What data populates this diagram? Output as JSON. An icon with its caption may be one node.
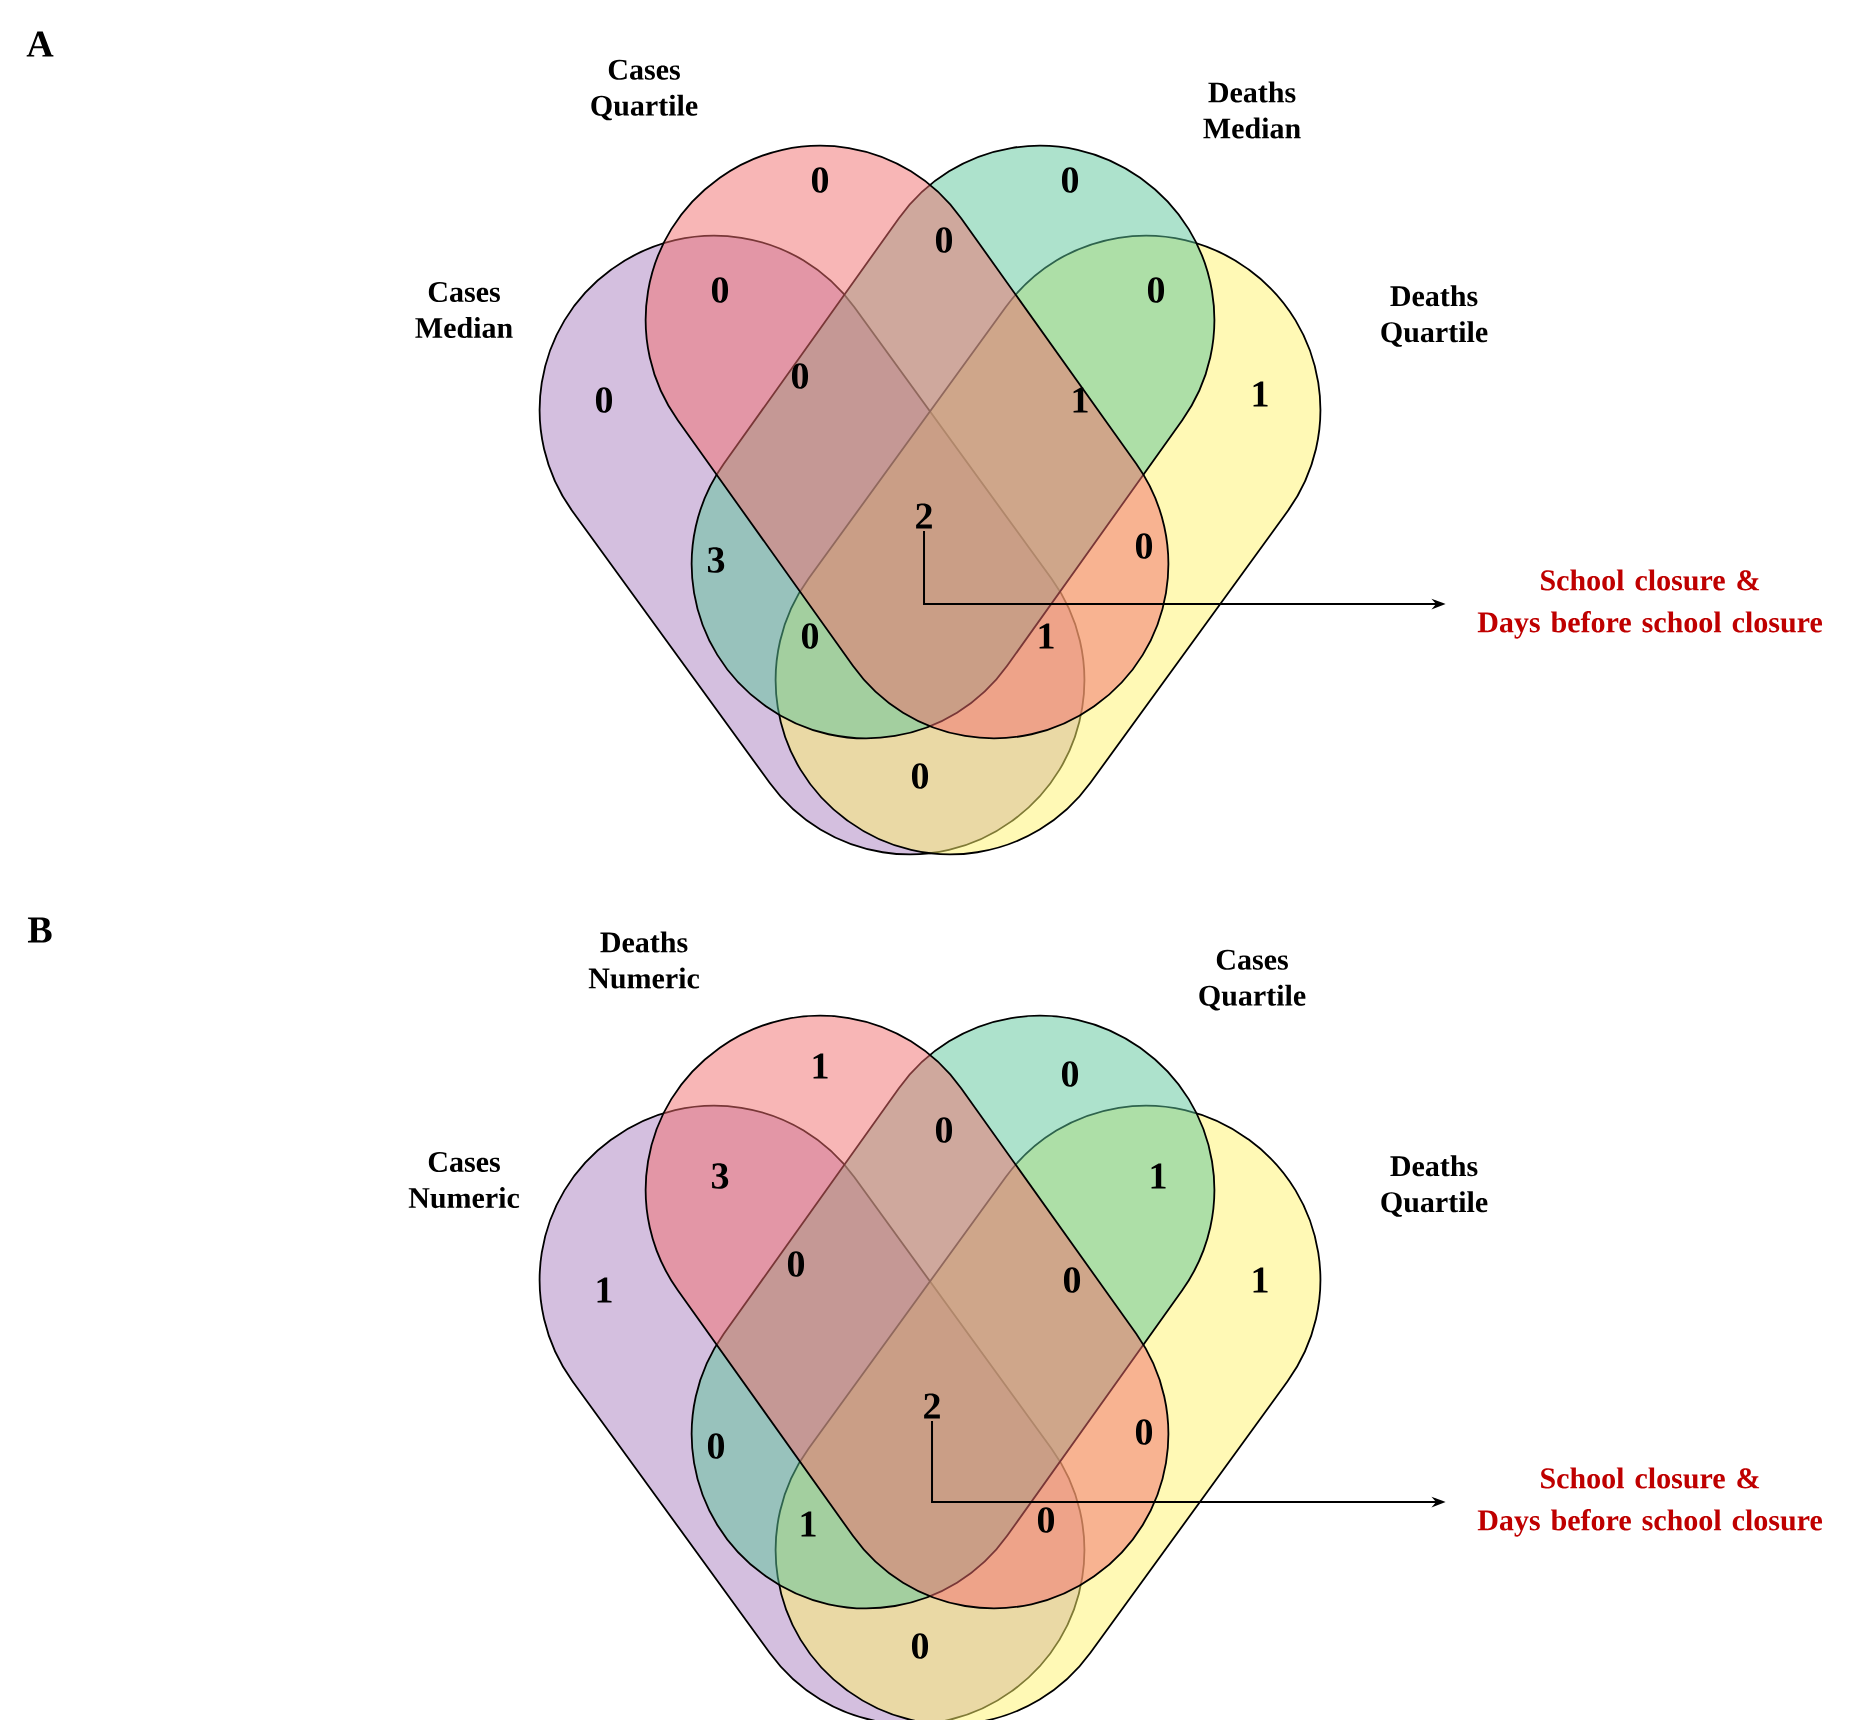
{
  "diagram": {
    "nodes": [
      {
        "text": [
          "Cases Quartile"
        ]
      },
      {
        "text": [
          "Deaths Median"
        ]
      },
      {
        "text": [
          "Cases Median"
        ]
      },
      {
        "text": [
          "Deaths Quartile"
        ]
      },
      {
        "text": [
          "2"
        ]
      },
      {
        "text": [
          "School closure & Days before school closure"
        ]
      },
      {
        "text": [
          "Deaths Numeric"
        ]
      },
      {
        "text": [
          "Cases Quartile"
        ]
      },
      {
        "text": [
          "Cases Numeric"
        ]
      },
      {
        "text": [
          "Deaths Quartile"
        ]
      },
      {
        "text": [
          "2"
        ]
      },
      {
        "text": [
          "School closure & Days before school closure"
        ]
      }
    ],
    "edges": [
      {
        "from": 4,
        "to": 5,
        "arrow": "to"
      },
      {
        "from": 10,
        "to": 11,
        "arrow": "to"
      }
    ],
    "labels": [
      "A",
      "0",
      "0",
      "0",
      "0",
      "0",
      "0",
      "0",
      "1",
      "1",
      "3",
      "0",
      "0",
      "1",
      "0",
      "B",
      "1",
      "0",
      "0",
      "3",
      "1",
      "1",
      "0",
      "0",
      "1",
      "0",
      "0",
      "1",
      "0",
      "0"
    ]
  }
}
